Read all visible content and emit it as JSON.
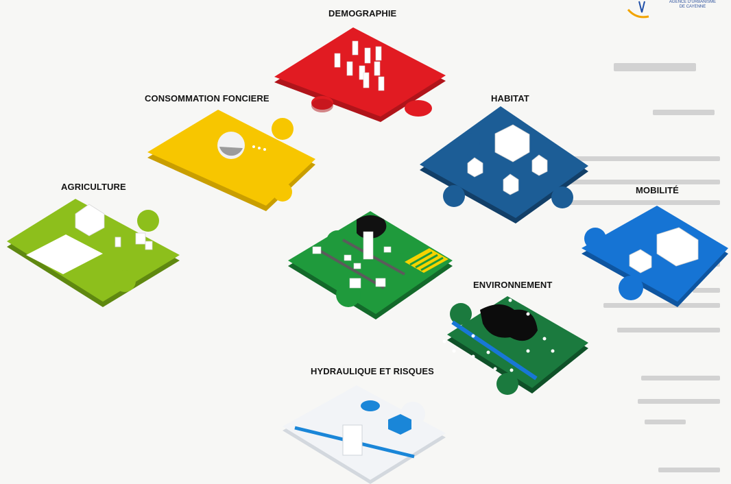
{
  "logo": {
    "text_line1": "AGENCE D'URBANISME",
    "text_line2": "DE CAYENNE",
    "icon": "agency-logo"
  },
  "pieces": [
    {
      "key": "demographie",
      "label": "DEMOGRAPHIE",
      "color": "#e11b22"
    },
    {
      "key": "consommation",
      "label": "CONSOMMATION FONCIERE",
      "color": "#f7c600"
    },
    {
      "key": "habitat",
      "label": "HABITAT",
      "color": "#1c5d96"
    },
    {
      "key": "agriculture",
      "label": "AGRICULTURE",
      "color": "#8dbf1c"
    },
    {
      "key": "mobilite",
      "label": "MOBILITÉ",
      "color": "#1674d4"
    },
    {
      "key": "centre",
      "label": "",
      "color": "#1f9a3c"
    },
    {
      "key": "environnement",
      "label": "ENVIRONNEMENT",
      "color": "#1b7a3e"
    },
    {
      "key": "hydraulique",
      "label": "HYDRAULIQUE ET RISQUES",
      "color": "#f2f4f7"
    }
  ]
}
